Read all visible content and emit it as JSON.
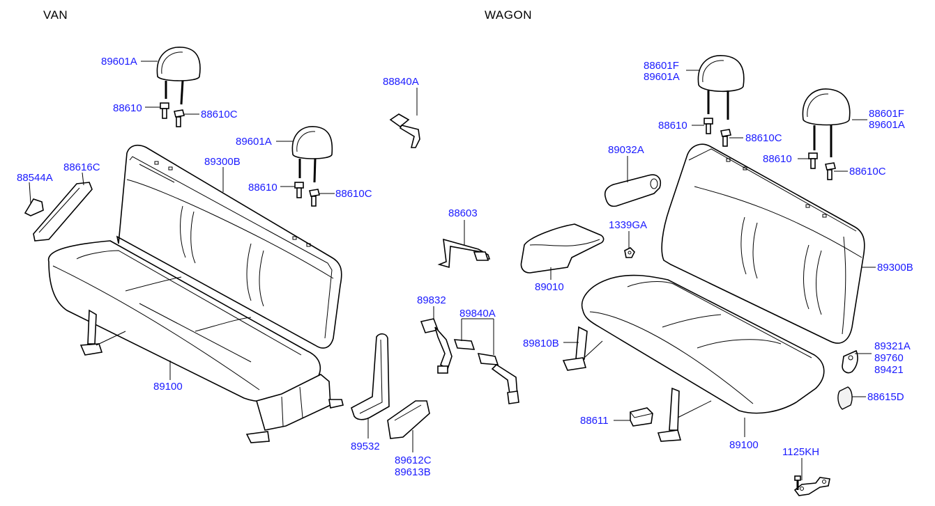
{
  "sections": {
    "van": "VAN",
    "wagon": "WAGON"
  },
  "labels": {
    "van_89601A_top": "89601A",
    "van_88610_top": "88610",
    "van_88610C_top": "88610C",
    "van_89601A_mid": "89601A",
    "van_88610_mid": "88610",
    "van_88610C_mid": "88610C",
    "van_88544A": "88544A",
    "van_88616C": "88616C",
    "van_89300B": "89300B",
    "van_89100": "89100",
    "c_88840A": "88840A",
    "c_88603": "88603",
    "c_89832": "89832",
    "c_89840A": "89840A",
    "c_89532": "89532",
    "c_89612C": "89612C",
    "c_89613B": "89613B",
    "w_88601F_l": "88601F",
    "w_89601A_l": "89601A",
    "w_88610_l": "88610",
    "w_88610C_l": "88610C",
    "w_88601F_r": "88601F",
    "w_89601A_r": "89601A",
    "w_88610_r": "88610",
    "w_88610C_r": "88610C",
    "w_89032A": "89032A",
    "w_1339GA": "1339GA",
    "w_89010": "89010",
    "w_89300B": "89300B",
    "w_89810B": "89810B",
    "w_89321A": "89321A",
    "w_89760": "89760",
    "w_89421": "89421",
    "w_88615D": "88615D",
    "w_88611": "88611",
    "w_89100": "89100",
    "w_1125KH": "1125KH"
  }
}
